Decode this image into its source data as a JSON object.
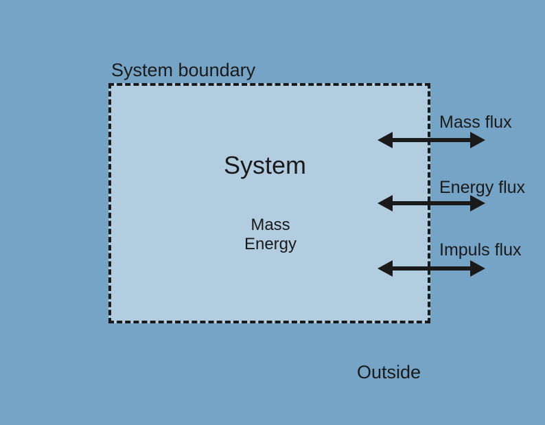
{
  "diagram": {
    "boundary_label": "System boundary",
    "system_title": "System",
    "contents": [
      "Mass",
      "Energy"
    ],
    "fluxes": [
      {
        "label": "Mass flux"
      },
      {
        "label": "Energy flux"
      },
      {
        "label": "Impuls flux"
      }
    ],
    "outside_label": "Outside"
  },
  "colors": {
    "background": "#76a4c6",
    "system_fill": "#b3cde0",
    "ink": "#1a1a1a"
  }
}
